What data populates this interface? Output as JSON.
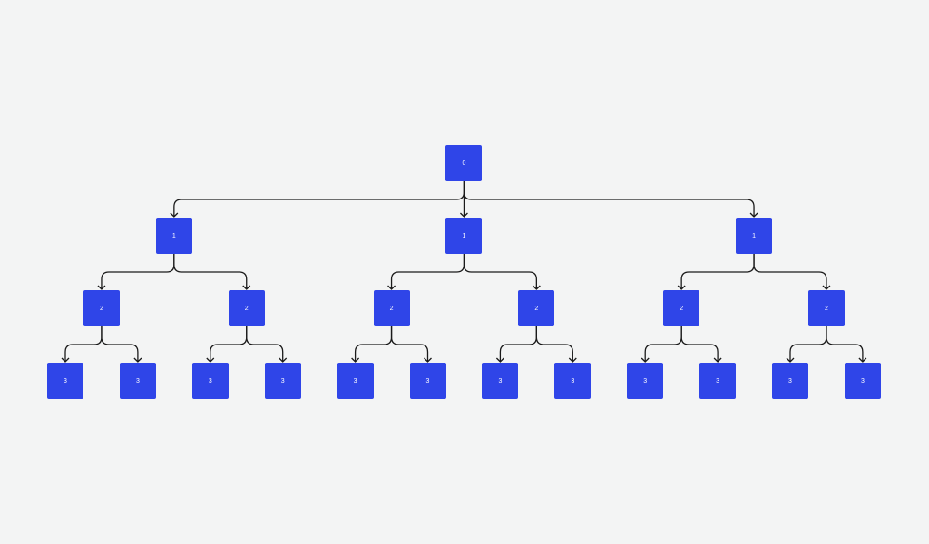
{
  "colors": {
    "background": "#f3f4f4",
    "node_fill": "#2f45e8",
    "node_text": "#ffffff",
    "edge": "#1a1a1a"
  },
  "tree": {
    "label": "0",
    "children": [
      {
        "label": "1",
        "children": [
          {
            "label": "2",
            "children": [
              {
                "label": "3",
                "children": []
              },
              {
                "label": "3",
                "children": []
              }
            ]
          },
          {
            "label": "2",
            "children": [
              {
                "label": "3",
                "children": []
              },
              {
                "label": "3",
                "children": []
              }
            ]
          }
        ]
      },
      {
        "label": "1",
        "children": [
          {
            "label": "2",
            "children": [
              {
                "label": "3",
                "children": []
              },
              {
                "label": "3",
                "children": []
              }
            ]
          },
          {
            "label": "2",
            "children": [
              {
                "label": "3",
                "children": []
              },
              {
                "label": "3",
                "children": []
              }
            ]
          }
        ]
      },
      {
        "label": "1",
        "children": [
          {
            "label": "2",
            "children": [
              {
                "label": "3",
                "children": []
              },
              {
                "label": "3",
                "children": []
              }
            ]
          },
          {
            "label": "2",
            "children": [
              {
                "label": "3",
                "children": []
              },
              {
                "label": "3",
                "children": []
              }
            ]
          }
        ]
      }
    ]
  }
}
